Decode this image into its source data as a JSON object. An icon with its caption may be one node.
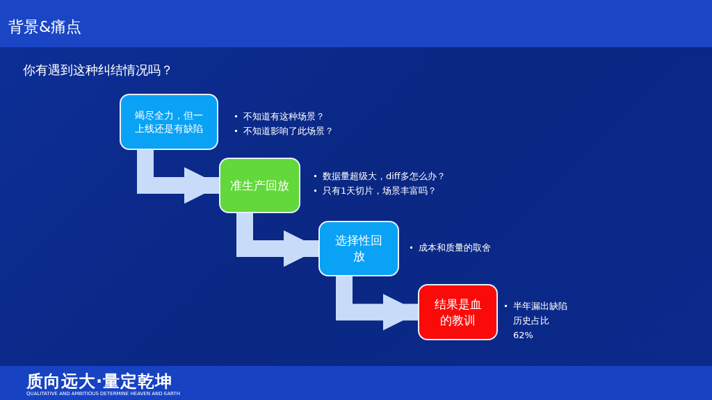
{
  "diagram": {
    "title": "背景&痛点",
    "nodes": [
      {
        "text": [
          "竭尽全力，但一上线还是有缺陷"
        ],
        "beside": [
          "不知道有这种场景？",
          "不知道影响了此场景？"
        ]
      },
      {
        "text": [
          "准生产回放"
        ],
        "beside": [
          "数据量超级大，diff多怎么办？",
          "只有1天切片，场景丰富吗？"
        ]
      },
      {
        "text": [
          "选择性回放"
        ],
        "beside": [
          "成本和质量的取舍"
        ]
      },
      {
        "text": [
          "结果是血的教训"
        ],
        "beside": [
          "半年漏出缺陷历史占比62%"
        ]
      }
    ],
    "edges": [
      {
        "from": 0,
        "to": 1,
        "arrow": "to"
      },
      {
        "from": 1,
        "to": 2,
        "arrow": "to"
      },
      {
        "from": 2,
        "to": 3,
        "arrow": "to"
      }
    ],
    "labels": [
      "你有遇到这种纠结情况吗？",
      "质向远大·量定乾坤",
      "QUALITATIVE AND AMBITIOUS DETERMINE HEAVEN AND EARTH"
    ]
  }
}
